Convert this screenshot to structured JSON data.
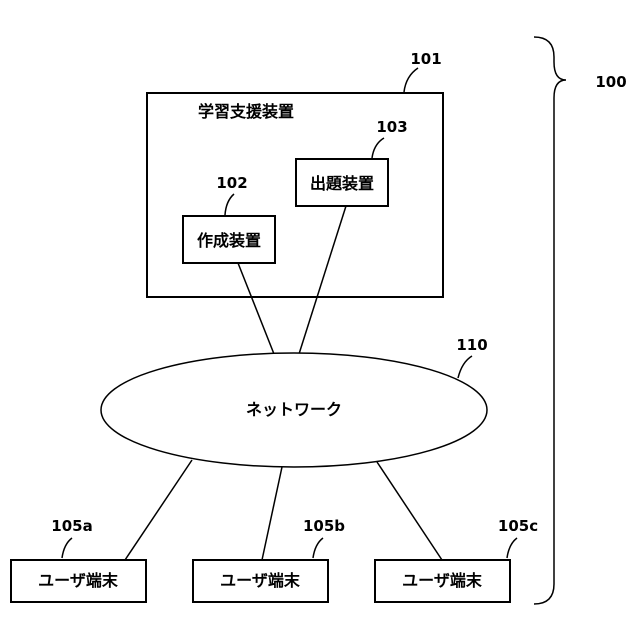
{
  "system": {
    "ref": "100"
  },
  "learning_support": {
    "ref": "101",
    "title": "学習支援装置"
  },
  "creation_device": {
    "ref": "102",
    "label": "作成装置"
  },
  "question_device": {
    "ref": "103",
    "label": "出題装置"
  },
  "network": {
    "ref": "110",
    "label": "ネットワーク"
  },
  "terminals": [
    {
      "ref": "105a",
      "label": "ユーザ端末"
    },
    {
      "ref": "105b",
      "label": "ユーザ端末"
    },
    {
      "ref": "105c",
      "label": "ユーザ端末"
    }
  ]
}
